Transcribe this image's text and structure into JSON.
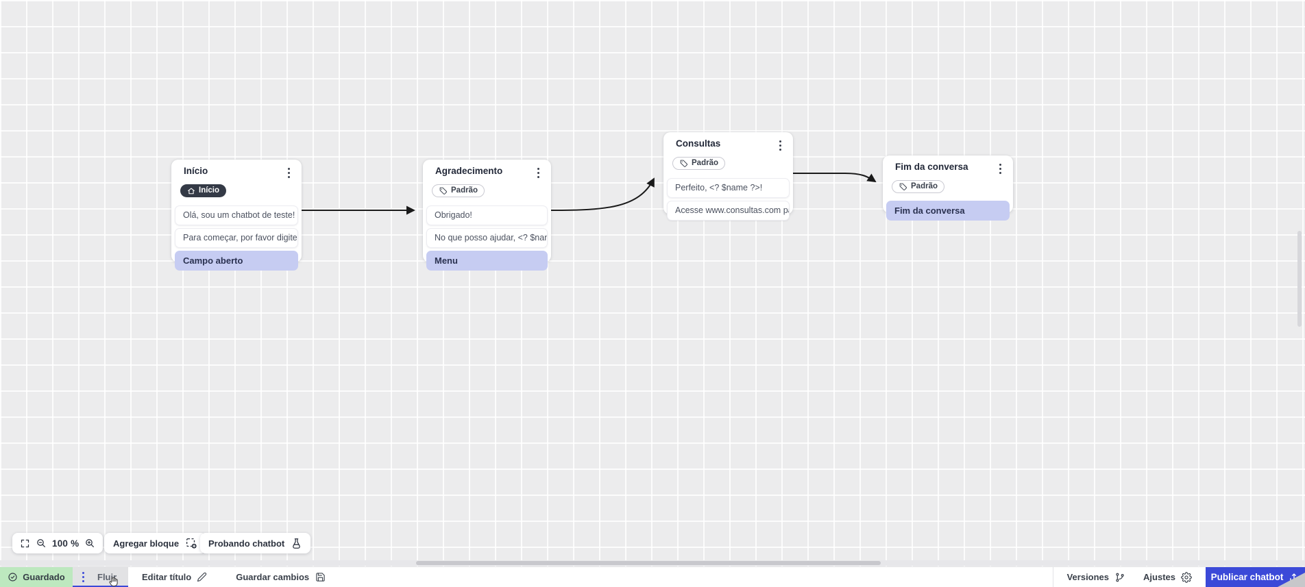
{
  "flow": {
    "nodes": [
      {
        "title": "Início",
        "badge": "Início",
        "items": [
          "Olá, sou um chatbot de teste!",
          "Para começar, por favor digite o ...",
          "Campo aberto"
        ]
      },
      {
        "title": "Agradecimento",
        "badge": "Padrão",
        "items": [
          "Obrigado!",
          "No que posso ajudar, <? $name ...",
          "Menu"
        ]
      },
      {
        "title": "Consultas",
        "badge": "Padrão",
        "items": [
          "Perfeito, <? $name ?>!",
          "Acesse www.consultas.com par..."
        ]
      },
      {
        "title": "Fim da conversa",
        "badge": "Padrão",
        "items": [
          "Fim da conversa"
        ]
      }
    ]
  },
  "toolbar": {
    "zoom_value": "100 %",
    "add_block": "Agregar bloque",
    "test_chatbot": "Probando chatbot"
  },
  "statusbar": {
    "saved": "Guardado",
    "tab": "Fluir",
    "edit_title": "Editar título",
    "save_changes": "Guardar cambios",
    "versions": "Versiones",
    "settings": "Ajustes",
    "publish": "Publicar chatbot"
  },
  "colors": {
    "accent_blue": "#3b49d8",
    "highlight_lavender": "#c6ccf2",
    "saved_green": "#bde8bf",
    "badge_dark": "#343a46",
    "edge_stroke": "#1a1a1a"
  }
}
